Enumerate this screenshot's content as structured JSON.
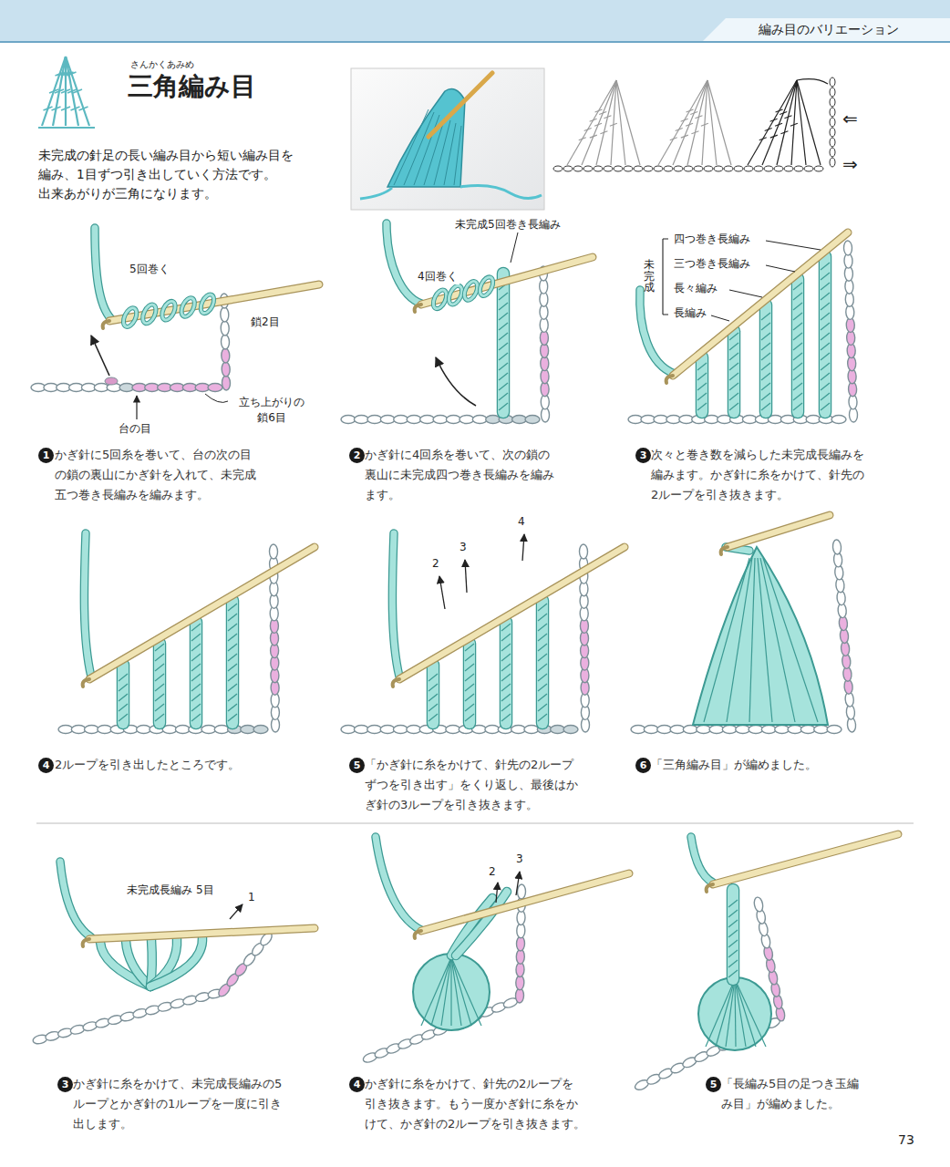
{
  "diagram": {
    "title": "三角編み目",
    "labels": [
      "編み目のバリエーション",
      "さんかくあみめ",
      "未完成の針足の長い編み目から短い編み目を 編み、1目ずつ引き出していく方法です。",
      "出来あがりが三角になります。",
      "⇐",
      "⇒",
      "5回巻く",
      "鎖2目",
      "立ち上がりの 鎖6目",
      "台の目",
      "1",
      "かぎ針に5回糸を巻いて、台の次の目 の鎖の裏山にかぎ針を入れて、未完成 五つ巻き長編みを編みます。",
      "未完成5回巻き長編み",
      "4回巻く",
      "2",
      "かぎ針に4回糸を巻いて、次の鎖の 裏山に未完成四つ巻き長編みを編み ます。",
      "四つ巻き長編み",
      "三つ巻き長編み",
      "長々編み",
      "長編み",
      "未完成",
      "3",
      "次々と巻き数を減らした未完成長編みを 編みます。かぎ針に糸をかけて、針先の 2ループを引き抜きます。",
      "4",
      "2ループを引き出したところです。",
      "2",
      "3",
      "4",
      "5",
      "「かぎ針に糸をかけて、針先の2ループ ずつを引き出す」をくり返し、最後はか ぎ針の3ループを引き抜きます。",
      "6",
      "「三角編み目」が編めました。",
      "未完成長編み 5目",
      "1",
      "3",
      "かぎ針に糸をかけて、未完成長編みの5 ループとかぎ針の1ループを一度に引き 出します。",
      "2",
      "3",
      "4",
      "かぎ針に糸をかけて、針先の2ループを 引き抜きます。もう一度かぎ針に糸をか けて、かぎ針の2ループを引き抜きます。",
      "5",
      "「長編み5目の足つき玉編 み目」が編めました。",
      "73"
    ]
  }
}
